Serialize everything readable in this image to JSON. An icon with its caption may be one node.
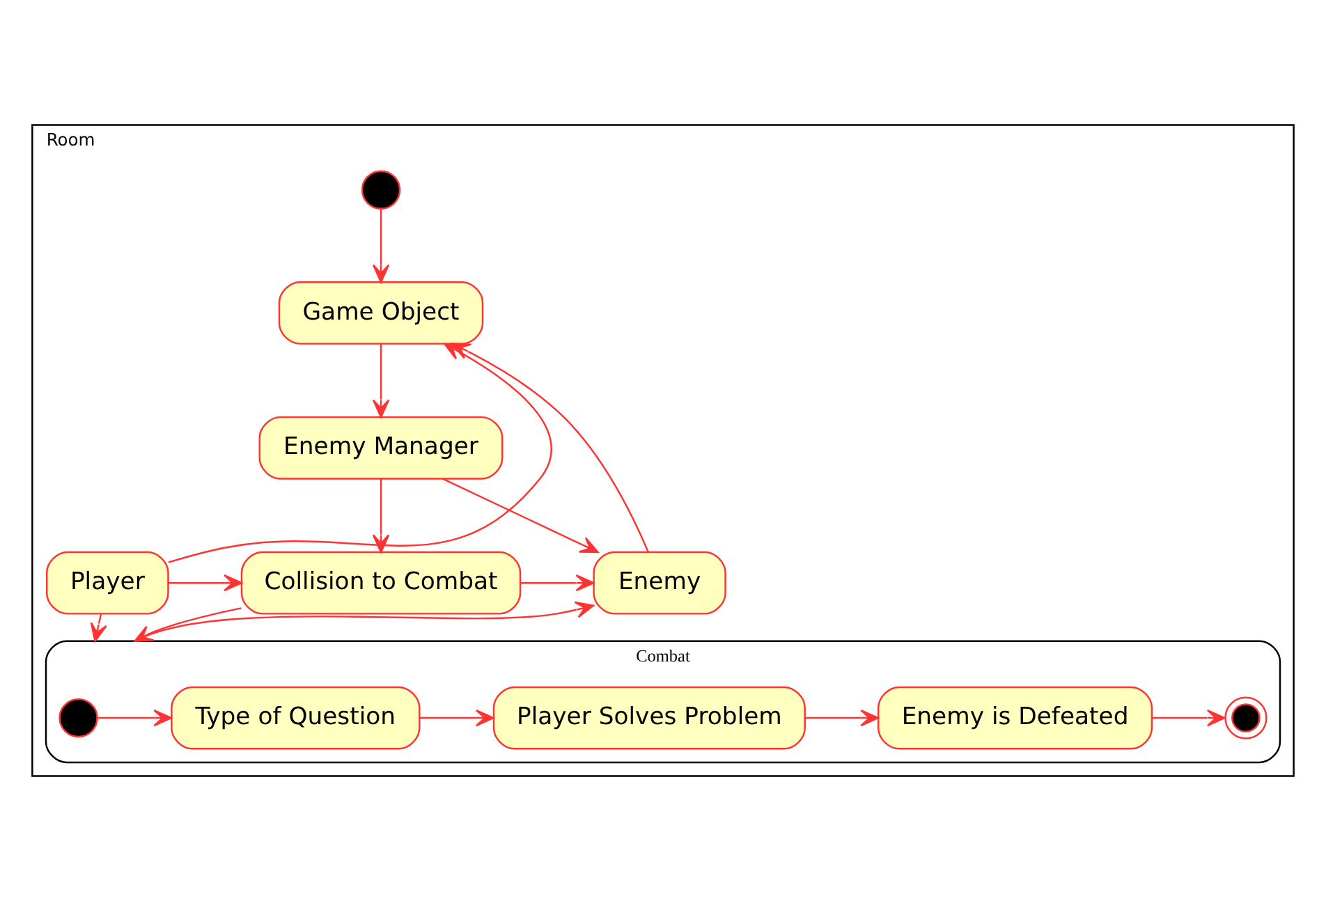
{
  "diagram": {
    "nodes": [
      {
        "text": [
          "Room"
        ]
      },
      {
        "text": [],
        "shape": "circle",
        "in": 0
      },
      {
        "text": [
          "Game Object"
        ],
        "in": 0
      },
      {
        "text": [
          "Enemy Manager"
        ],
        "in": 0
      },
      {
        "text": [
          "Player"
        ],
        "in": 0
      },
      {
        "text": [
          "Collision to Combat"
        ],
        "in": 0
      },
      {
        "text": [
          "Enemy"
        ],
        "in": 0
      },
      {
        "text": [
          "Combat"
        ],
        "in": 0
      },
      {
        "text": [],
        "shape": "circle",
        "in": 7
      },
      {
        "text": [
          "Type of Question"
        ],
        "in": 7
      },
      {
        "text": [
          "Player Solves Problem"
        ],
        "in": 7
      },
      {
        "text": [
          "Enemy is Defeated"
        ],
        "in": 7
      },
      {
        "text": [],
        "shape": "circle",
        "in": 7
      }
    ],
    "edges": [
      {
        "from": 1,
        "to": 2,
        "arrow": "to"
      },
      {
        "from": 2,
        "to": 3,
        "arrow": "to"
      },
      {
        "from": 3,
        "to": 6,
        "arrow": "to"
      },
      {
        "from": 6,
        "to": 2,
        "arrow": "to"
      },
      {
        "from": 3,
        "to": 5,
        "arrow": "to"
      },
      {
        "from": 4,
        "to": 2,
        "arrow": "to"
      },
      {
        "from": 4,
        "to": 5,
        "arrow": "to"
      },
      {
        "from": 5,
        "to": 6,
        "arrow": "to"
      },
      {
        "from": 4,
        "to": 7,
        "arrow": "to"
      },
      {
        "from": 5,
        "to": 7,
        "arrow": "to"
      },
      {
        "from": 7,
        "to": 6,
        "arrow": "to"
      },
      {
        "from": 8,
        "to": 9,
        "arrow": "to"
      },
      {
        "from": 9,
        "to": 10,
        "arrow": "to"
      },
      {
        "from": 10,
        "to": 11,
        "arrow": "to"
      },
      {
        "from": 11,
        "to": 12,
        "arrow": "to"
      }
    ]
  }
}
